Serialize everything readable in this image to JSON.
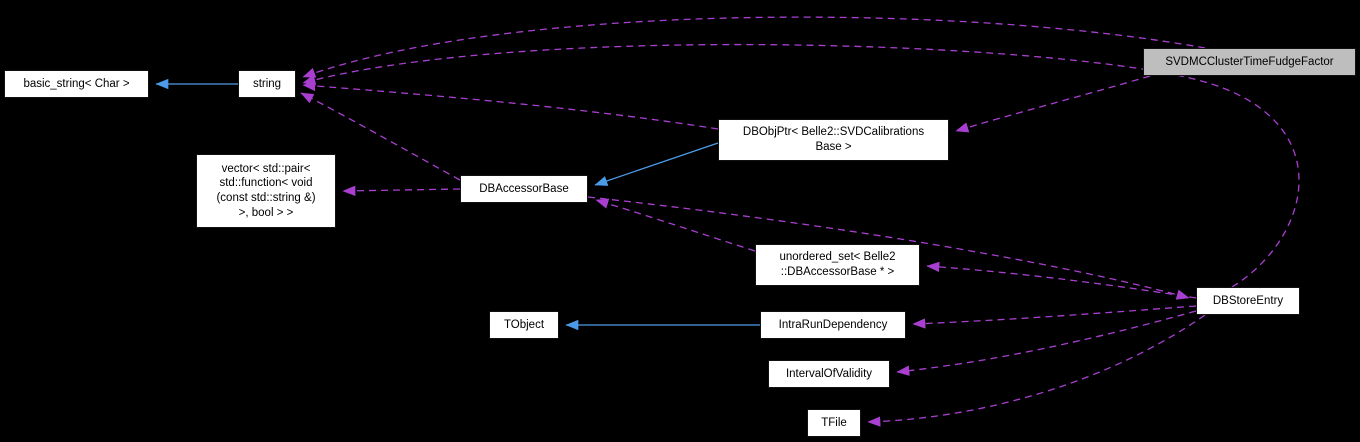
{
  "diagram": {
    "type": "doxygen-collaboration-graph",
    "colors": {
      "background": "#000000",
      "node_fill": "#ffffff",
      "node_border": "#111111",
      "node_text": "#000000",
      "highlight_fill": "#bebebe",
      "inheritance_edge": "#4c9be8",
      "usage_edge": "#a93fd1"
    },
    "nodes": {
      "svdmc": {
        "label": "SVDMCClusterTimeFudgeFactor"
      },
      "basic_string": {
        "label": "basic_string< Char >"
      },
      "string": {
        "label": "string"
      },
      "dbobjptr": {
        "lines": [
          "DBObjPtr< Belle2::SVDCalibrations",
          "Base >"
        ]
      },
      "vector_pair": {
        "lines": [
          "vector< std::pair<",
          "std::function< void",
          "(const std::string &)",
          ">, bool > >"
        ]
      },
      "dbaccessorbase": {
        "label": "DBAccessorBase"
      },
      "unordered_set": {
        "lines": [
          "unordered_set< Belle2",
          "::DBAccessorBase * >"
        ]
      },
      "dbstoreentry": {
        "label": "DBStoreEntry"
      },
      "tobject": {
        "label": "TObject"
      },
      "intrarundependency": {
        "label": "IntraRunDependency"
      },
      "intervalofvalidity": {
        "label": "IntervalOfValidity"
      },
      "tfile": {
        "label": "TFile"
      }
    },
    "edges": [
      {
        "from": "SVDMCClusterTimeFudgeFactor",
        "to": "string",
        "type": "usage"
      },
      {
        "from": "SVDMCClusterTimeFudgeFactor",
        "to": "DBObjPtr< Belle2::SVDCalibrationsBase >",
        "type": "usage"
      },
      {
        "from": "DBObjPtr< Belle2::SVDCalibrationsBase >",
        "to": "DBAccessorBase",
        "type": "inheritance"
      },
      {
        "from": "DBObjPtr< Belle2::SVDCalibrationsBase >",
        "to": "string",
        "type": "usage"
      },
      {
        "from": "string",
        "to": "basic_string< Char >",
        "type": "inheritance"
      },
      {
        "from": "DBAccessorBase",
        "to": "string",
        "type": "usage"
      },
      {
        "from": "DBAccessorBase",
        "to": "vector< std::pair< std::function< void(const std::string &) >, bool > >",
        "type": "usage"
      },
      {
        "from": "DBAccessorBase",
        "to": "DBStoreEntry",
        "type": "usage"
      },
      {
        "from": "unordered_set< Belle2::DBAccessorBase * >",
        "to": "DBAccessorBase",
        "type": "usage"
      },
      {
        "from": "DBStoreEntry",
        "to": "string",
        "type": "usage"
      },
      {
        "from": "DBStoreEntry",
        "to": "unordered_set< Belle2::DBAccessorBase * >",
        "type": "usage"
      },
      {
        "from": "DBStoreEntry",
        "to": "IntraRunDependency",
        "type": "usage"
      },
      {
        "from": "DBStoreEntry",
        "to": "IntervalOfValidity",
        "type": "usage"
      },
      {
        "from": "DBStoreEntry",
        "to": "TFile",
        "type": "usage"
      },
      {
        "from": "IntraRunDependency",
        "to": "TObject",
        "type": "inheritance"
      }
    ]
  }
}
